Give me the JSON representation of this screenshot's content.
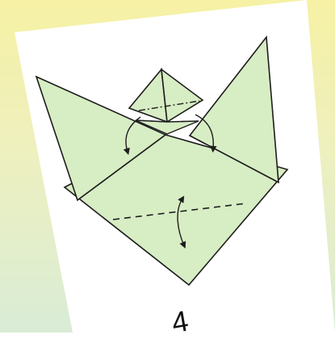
{
  "step": {
    "number": "4"
  },
  "colors": {
    "background_top": "#f6f1a4",
    "background_bottom": "#d9ecd6",
    "card": "#ffffff",
    "paper": "#d7edc4",
    "stroke": "#1d1d1d"
  },
  "diagram": {
    "symbols": [
      "valley-fold-line",
      "mountain-fold-line",
      "fold-arrow"
    ]
  }
}
